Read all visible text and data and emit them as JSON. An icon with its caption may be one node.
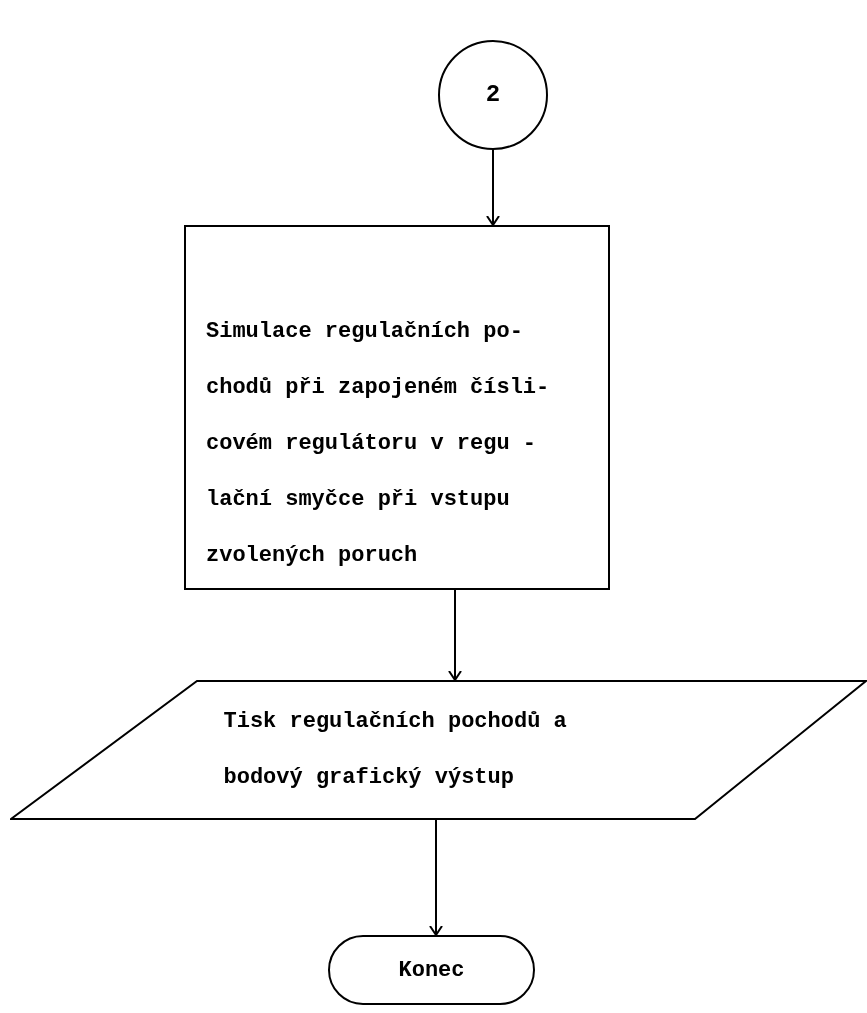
{
  "diagram": {
    "nodes": [
      {
        "text": [
          "2"
        ]
      },
      {
        "text": [
          "Simulace regulačních po- chodů při zapojeném čísli- covém regulátoru v regu - lační smyčce při vstupu zvolených poruch"
        ]
      },
      {
        "text": [
          "Tisk regulačních pochodů a bodový grafický výstup"
        ]
      },
      {
        "text": [
          "Konec"
        ]
      }
    ],
    "edges": [
      {
        "from": 0,
        "to": 1,
        "arrow": "to"
      },
      {
        "from": 1,
        "to": 2,
        "arrow": "to"
      },
      {
        "from": 2,
        "to": 3,
        "arrow": "to"
      }
    ]
  }
}
